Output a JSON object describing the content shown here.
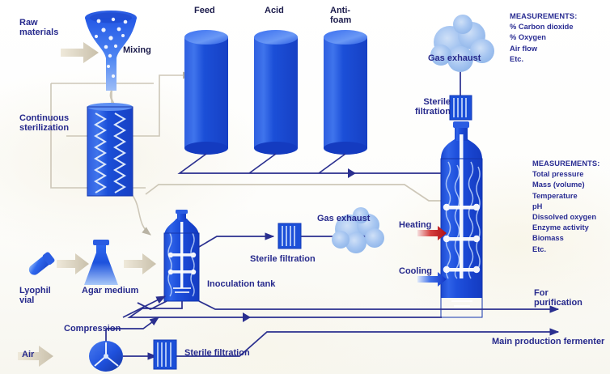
{
  "diagram": {
    "title": "Industrial fermentation process flow",
    "colors": {
      "tank_blue": "#1b4fd8",
      "tank_blue_light": "#4f80ee",
      "label_blue": "#26298c",
      "pipe_blue": "#2a2f8f",
      "cloud_blue": "#9dc0ee",
      "heating_red": "#c9161c",
      "cooling_blue": "#1340d8",
      "arrow_beige": "#cfc7b4"
    }
  },
  "labels": {
    "raw_materials": "Raw\nmaterials",
    "mixing": "Mixing",
    "feed": "Feed",
    "acid": "Acid",
    "antifoam": "Anti-\nfoam",
    "continuous_sterilization": "Continuous\nsterilization",
    "lyophil_vial": "Lyophil\nvial",
    "agar_medium": "Agar medium",
    "inoculation_tank": "Inoculation  tank",
    "sterile_filtration_mid": "Sterile filtration",
    "gas_exhaust_mid": "Gas exhaust",
    "gas_exhaust_top": "Gas exhaust",
    "sterile_filtration_top": "Sterile\nfiltration",
    "heating": "Heating",
    "cooling": "Cooling",
    "for_purification": "For\npurification",
    "main_production_fermenter": "Main production fermenter",
    "air": "Air",
    "compression": "Compression",
    "sterile_filtration_bottom": "Sterile filtration"
  },
  "measurements_exhaust": {
    "heading": "MEASUREMENTS:",
    "items": [
      "% Carbon dioxide",
      "% Oxygen",
      "Air flow",
      "Etc."
    ]
  },
  "measurements_fermenter": {
    "heading": "MEASUREMENTS:",
    "items": [
      "Total pressure",
      "Mass (volume)",
      "Temperature",
      "pH",
      "Dissolved oxygen",
      "Enzyme activity",
      "Biomass",
      "Etc."
    ]
  }
}
